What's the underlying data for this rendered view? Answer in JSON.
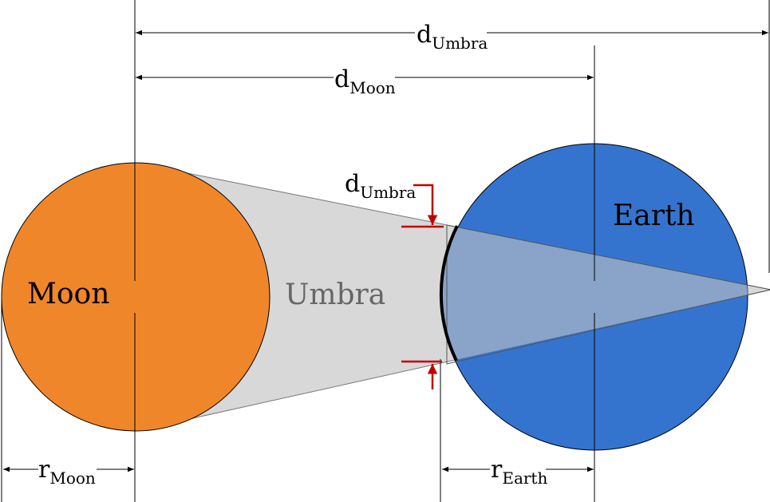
{
  "colors": {
    "moon": "#f0862a",
    "earth": "#3574ce",
    "umbra": "#d8d8d8",
    "umbra_overlay": "#8aa3c8",
    "marker": "#c00000",
    "line": "#000000",
    "umbra_text": "#666666"
  },
  "labels": {
    "moon": "Moon",
    "earth": "Earth",
    "umbra": "Umbra",
    "d_umbra_top": {
      "main": "d",
      "sub": "Umbra"
    },
    "d_moon": {
      "main": "d",
      "sub": "Moon"
    },
    "d_umbra_marker": {
      "main": "d",
      "sub": "Umbra"
    },
    "r_moon": {
      "main": "r",
      "sub": "Moon"
    },
    "r_earth": {
      "main": "r",
      "sub": "Earth"
    }
  }
}
